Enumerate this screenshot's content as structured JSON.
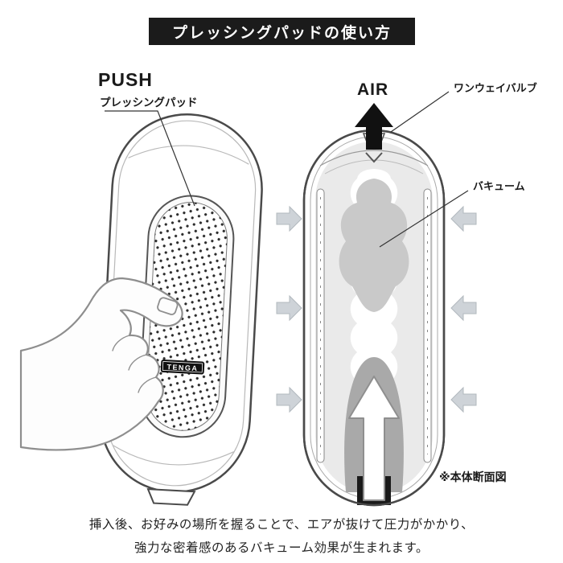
{
  "header": {
    "title": "プレッシングパッドの使い方"
  },
  "left": {
    "push": "PUSH",
    "pad_label": "プレッシングパッド",
    "logo": "TENGA"
  },
  "right": {
    "air": "AIR",
    "valve_label": "ワンウェイバルブ",
    "vacuum_label": "バキューム",
    "note": "※本体断面図"
  },
  "footer": {
    "line1": "挿入後、お好みの場所を握ることで、エアが抜けて圧力がかかり、",
    "line2": "強力な密着感のあるバキューム効果が生まれます。"
  },
  "colors": {
    "banner_bg": "#1b1b1b",
    "banner_text": "#ffffff",
    "ink": "#1a1a1a",
    "outline_gray": "#4a4a4a",
    "block_arrow_fill": "#ced3d8",
    "chamber_fill": "#eaeaea",
    "vacuum_blob_fill": "#c9c9c9",
    "arch_fill": "#a9a9a9"
  }
}
